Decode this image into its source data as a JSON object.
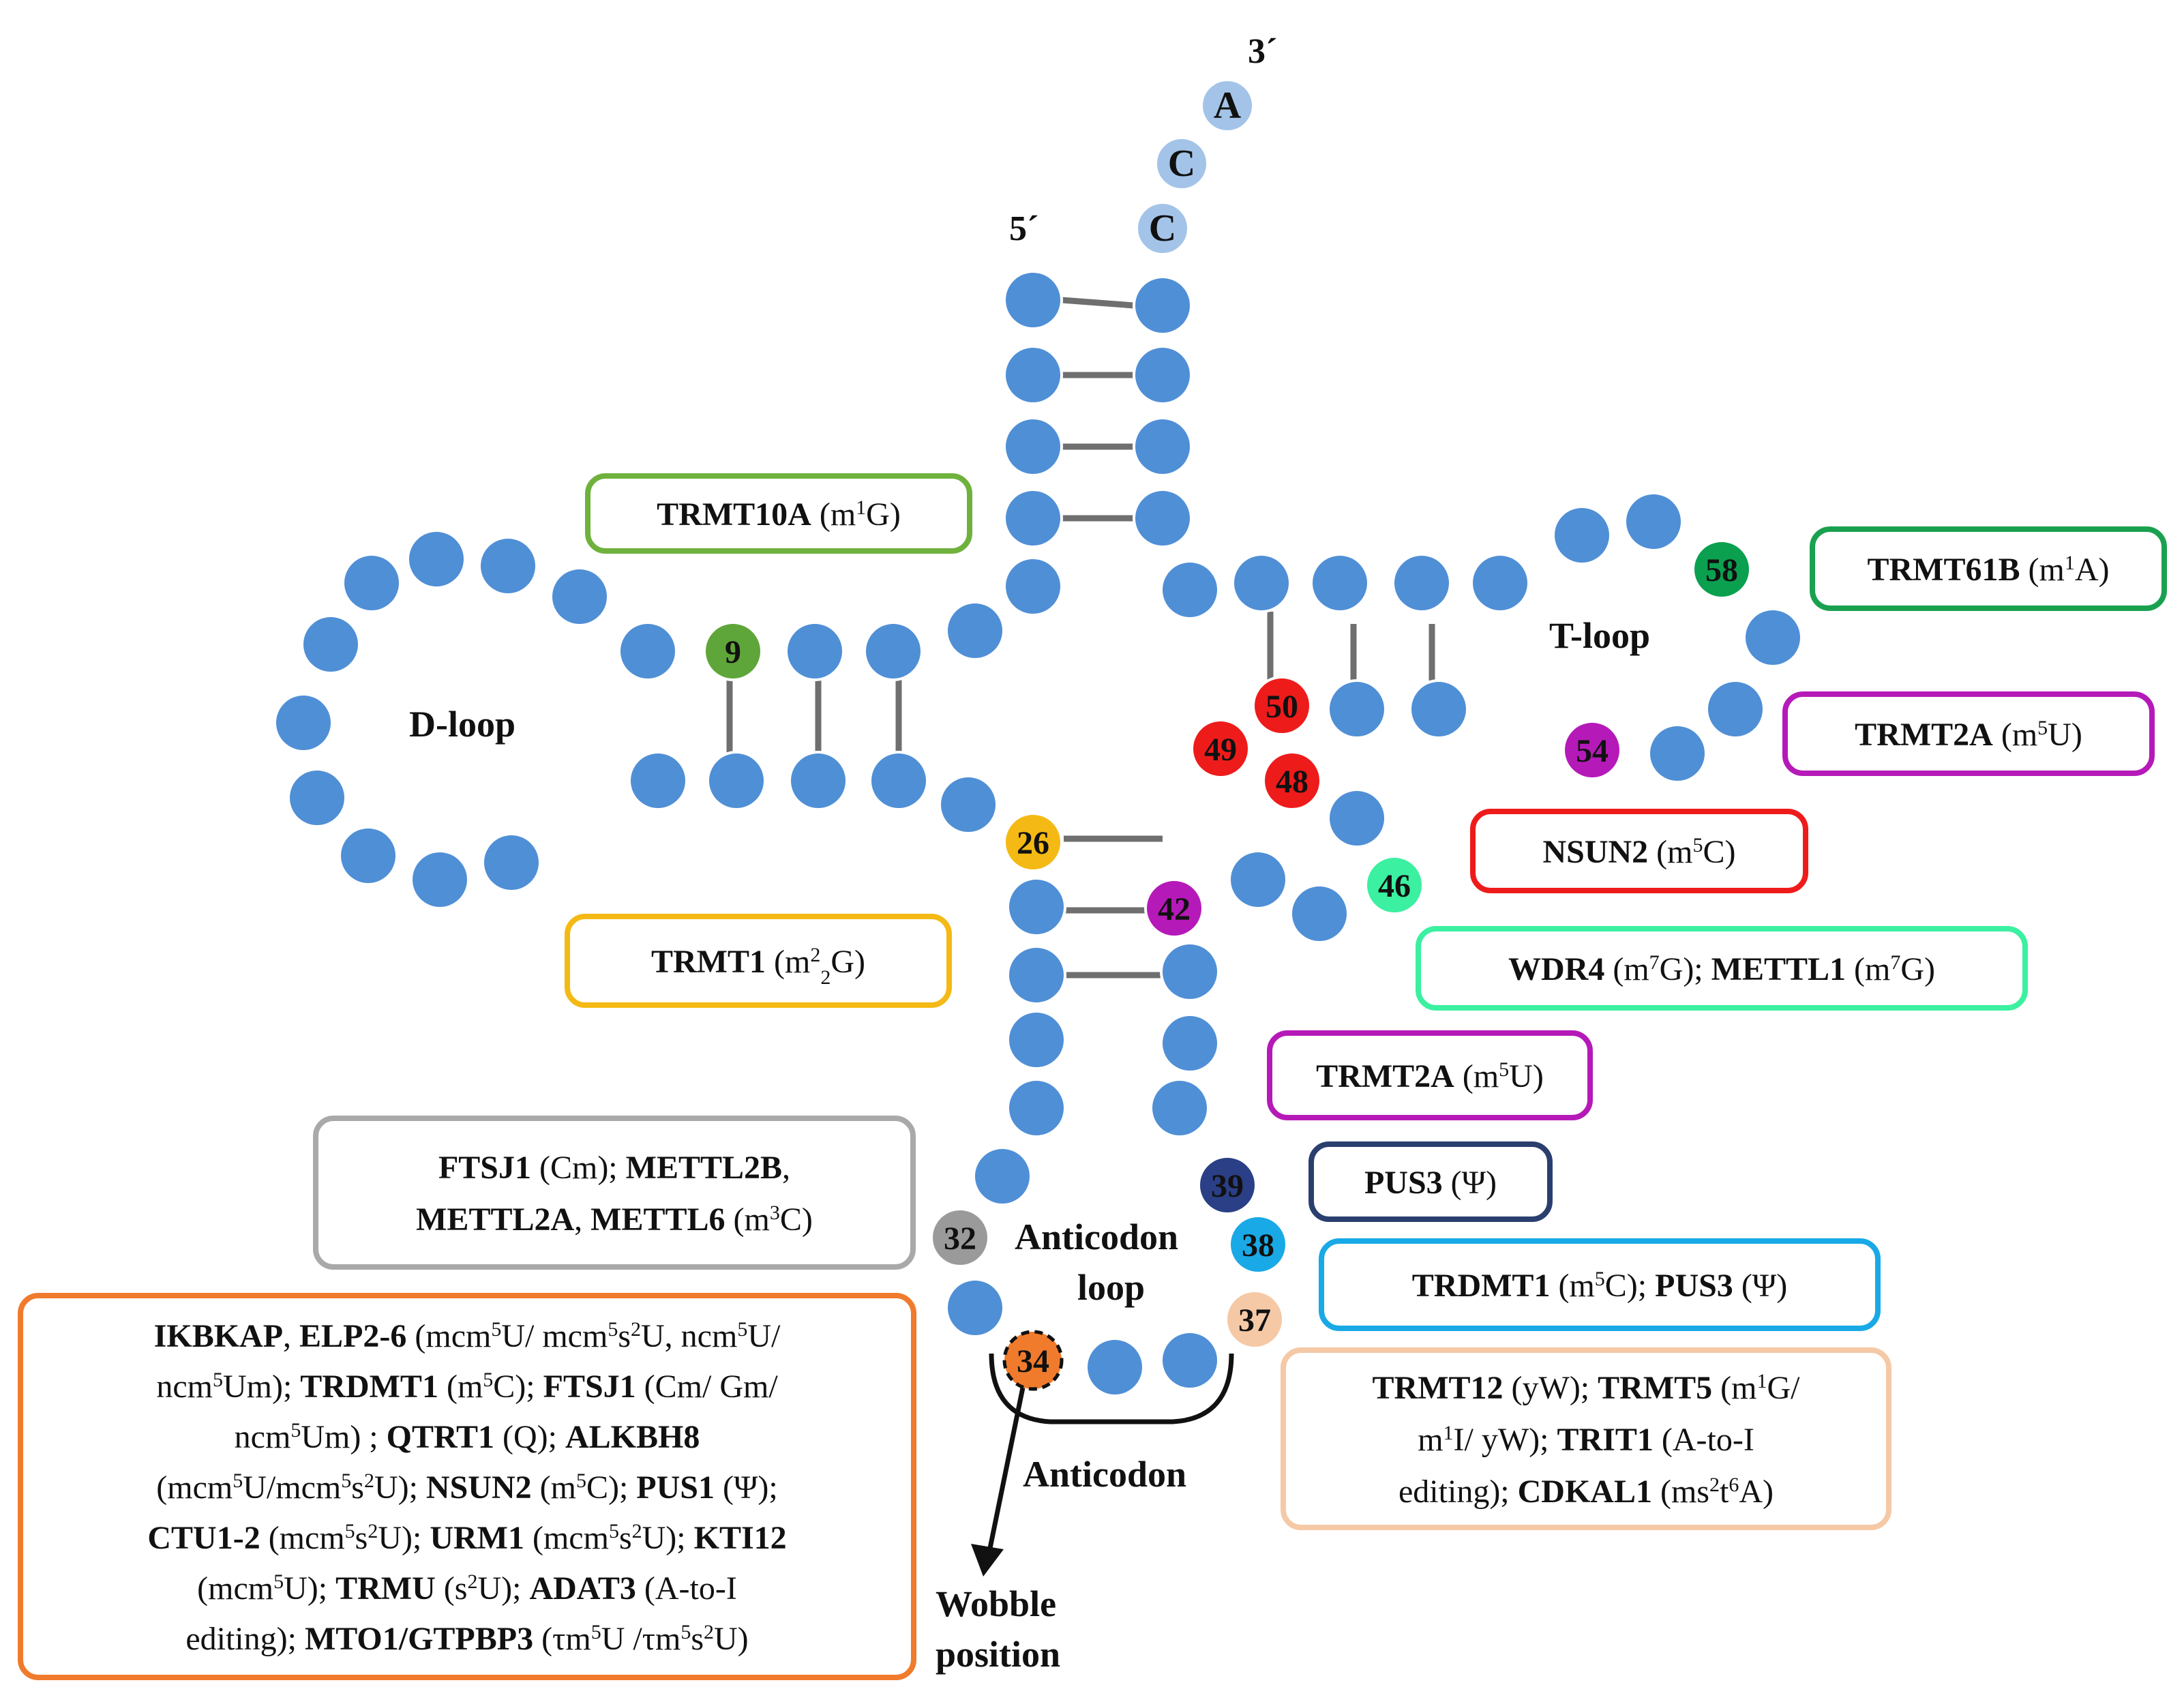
{
  "ends": {
    "three_prime": "3´",
    "five_prime": "5´"
  },
  "cca": [
    "A",
    "C",
    "C"
  ],
  "regions": {
    "d_loop": "D-loop",
    "t_loop": "T-loop",
    "anticodon_loop_1": "Anticodon",
    "anticodon_loop_2": "loop",
    "anticodon": "Anticodon",
    "wobble_1": "Wobble",
    "wobble_2": "position"
  },
  "positions": [
    {
      "num": "9",
      "color": "#5fa63a"
    },
    {
      "num": "26",
      "color": "#f4b914"
    },
    {
      "num": "32",
      "color": "#9a9a9a"
    },
    {
      "num": "34",
      "color": "#f07b2c"
    },
    {
      "num": "37",
      "color": "#f5c9a6"
    },
    {
      "num": "38",
      "color": "#19a9e6"
    },
    {
      "num": "39",
      "color": "#2a3f86"
    },
    {
      "num": "42",
      "color": "#b51ab8"
    },
    {
      "num": "46",
      "color": "#3bf0a0"
    },
    {
      "num": "48",
      "color": "#ee1b1b"
    },
    {
      "num": "49",
      "color": "#ee1b1b"
    },
    {
      "num": "50",
      "color": "#ee1b1b"
    },
    {
      "num": "54",
      "color": "#b51ab8"
    },
    {
      "num": "58",
      "color": "#0aa04f"
    }
  ],
  "boxes": {
    "trmt10a": {
      "color": "#6fb13d",
      "lines": [
        [
          [
            "TRMT10A",
            "b"
          ],
          [
            " (m",
            ""
          ],
          [
            "1",
            "sup"
          ],
          [
            "G)",
            ""
          ]
        ]
      ]
    },
    "trmt61b": {
      "color": "#1aa14f",
      "lines": [
        [
          [
            "TRMT61B",
            "b"
          ],
          [
            " (m",
            ""
          ],
          [
            "1",
            "sup"
          ],
          [
            "A)",
            ""
          ]
        ]
      ]
    },
    "trmt2a_t": {
      "color": "#b51ab8",
      "lines": [
        [
          [
            "TRMT2A",
            "b"
          ],
          [
            " (m",
            ""
          ],
          [
            "5",
            "sup"
          ],
          [
            "U)",
            ""
          ]
        ]
      ]
    },
    "nsun2": {
      "color": "#ee1b1b",
      "lines": [
        [
          [
            "NSUN2",
            "b"
          ],
          [
            " (m",
            ""
          ],
          [
            "5",
            "sup"
          ],
          [
            "C)",
            ""
          ]
        ]
      ]
    },
    "wdr4": {
      "color": "#3bf0a0",
      "lines": [
        [
          [
            "WDR4",
            "b"
          ],
          [
            " (m",
            ""
          ],
          [
            "7",
            "sup"
          ],
          [
            "G); ",
            ""
          ],
          [
            "METTL1",
            "b"
          ],
          [
            " (m",
            ""
          ],
          [
            "7",
            "sup"
          ],
          [
            "G)",
            ""
          ]
        ]
      ]
    },
    "trmt1": {
      "color": "#f4b914",
      "lines": [
        [
          [
            "TRMT1",
            "b"
          ],
          [
            " (m",
            ""
          ],
          [
            "2",
            "sup"
          ],
          [
            "2",
            "sub"
          ],
          [
            "G)",
            ""
          ]
        ]
      ]
    },
    "trmt2a_ac": {
      "color": "#b51ab8",
      "lines": [
        [
          [
            "TRMT2A",
            "b"
          ],
          [
            " (m",
            ""
          ],
          [
            "5",
            "sup"
          ],
          [
            "U)",
            ""
          ]
        ]
      ]
    },
    "pus3": {
      "color": "#2a3f6e",
      "lines": [
        [
          [
            "PUS3",
            "b"
          ],
          [
            " (Ψ)",
            ""
          ]
        ]
      ]
    },
    "ftsj1": {
      "color": "#a9a9a9",
      "lines": [
        [
          [
            "FTSJ1",
            "b"
          ],
          [
            " (Cm); ",
            ""
          ],
          [
            "METTL2B",
            "b"
          ],
          [
            ",",
            ""
          ]
        ],
        [
          [
            "METTL2A",
            "b"
          ],
          [
            ", ",
            ""
          ],
          [
            "METTL6",
            "b"
          ],
          [
            " (m",
            ""
          ],
          [
            "3",
            "sup"
          ],
          [
            "C)",
            ""
          ]
        ]
      ]
    },
    "trdmt1": {
      "color": "#19a9e6",
      "lines": [
        [
          [
            "TRDMT1",
            "b"
          ],
          [
            " (m",
            ""
          ],
          [
            "5",
            "sup"
          ],
          [
            "C); ",
            ""
          ],
          [
            "PUS3",
            "b"
          ],
          [
            " (Ψ)",
            ""
          ]
        ]
      ]
    },
    "trmt12": {
      "color": "#f5c9a6",
      "lines": [
        [
          [
            "TRMT12",
            "b"
          ],
          [
            " (yW); ",
            ""
          ],
          [
            "TRMT5",
            "b"
          ],
          [
            " (m",
            ""
          ],
          [
            "1",
            "sup"
          ],
          [
            "G/",
            ""
          ]
        ],
        [
          [
            "m",
            ""
          ],
          [
            "1",
            "sup"
          ],
          [
            "I/ yW); ",
            ""
          ],
          [
            "TRIT1",
            "b"
          ],
          [
            " (A-to-I",
            ""
          ]
        ],
        [
          [
            "editing); ",
            ""
          ],
          [
            "CDKAL1",
            "b"
          ],
          [
            " (ms",
            ""
          ],
          [
            "2",
            "sup"
          ],
          [
            "t",
            ""
          ],
          [
            "6",
            "sup"
          ],
          [
            "A)",
            ""
          ]
        ]
      ]
    },
    "ikbkap": {
      "color": "#f07b2c",
      "lines": [
        [
          [
            "IKBKAP",
            "b"
          ],
          [
            ", ",
            ""
          ],
          [
            "ELP2-6",
            "b"
          ],
          [
            " (mcm",
            ""
          ],
          [
            "5",
            "sup"
          ],
          [
            "U/ mcm",
            ""
          ],
          [
            "5",
            "sup"
          ],
          [
            "s",
            ""
          ],
          [
            "2",
            "sup"
          ],
          [
            "U, ncm",
            ""
          ],
          [
            "5",
            "sup"
          ],
          [
            "U/",
            ""
          ]
        ],
        [
          [
            "ncm",
            ""
          ],
          [
            "5",
            "sup"
          ],
          [
            "Um); ",
            ""
          ],
          [
            "TRDMT1",
            "b"
          ],
          [
            " (m",
            ""
          ],
          [
            "5",
            "sup"
          ],
          [
            "C); ",
            ""
          ],
          [
            "FTSJ1",
            "b"
          ],
          [
            " (Cm/ Gm/",
            ""
          ]
        ],
        [
          [
            "ncm",
            ""
          ],
          [
            "5",
            "sup"
          ],
          [
            "Um) ; ",
            ""
          ],
          [
            "QTRT1",
            "b"
          ],
          [
            " (Q); ",
            ""
          ],
          [
            "ALKBH8",
            "b"
          ]
        ],
        [
          [
            "(mcm",
            ""
          ],
          [
            "5",
            "sup"
          ],
          [
            "U/mcm",
            ""
          ],
          [
            "5",
            "sup"
          ],
          [
            "s",
            ""
          ],
          [
            "2",
            "sup"
          ],
          [
            "U); ",
            ""
          ],
          [
            "NSUN2",
            "b"
          ],
          [
            " (m",
            ""
          ],
          [
            "5",
            "sup"
          ],
          [
            "C); ",
            ""
          ],
          [
            "PUS1",
            "b"
          ],
          [
            " (Ψ);",
            ""
          ]
        ],
        [
          [
            "CTU1-2",
            "b"
          ],
          [
            " (mcm",
            ""
          ],
          [
            "5",
            "sup"
          ],
          [
            "s",
            ""
          ],
          [
            "2",
            "sup"
          ],
          [
            "U); ",
            ""
          ],
          [
            "URM1",
            "b"
          ],
          [
            " (mcm",
            ""
          ],
          [
            "5",
            "sup"
          ],
          [
            "s",
            ""
          ],
          [
            "2",
            "sup"
          ],
          [
            "U); ",
            ""
          ],
          [
            "KTI12",
            "b"
          ]
        ],
        [
          [
            "(mcm",
            ""
          ],
          [
            "5",
            "sup"
          ],
          [
            "U); ",
            ""
          ],
          [
            "TRMU",
            "b"
          ],
          [
            " (s",
            ""
          ],
          [
            "2",
            "sup"
          ],
          [
            "U); ",
            ""
          ],
          [
            "ADAT3",
            "b"
          ],
          [
            " (A-to-I",
            ""
          ]
        ],
        [
          [
            "editing); ",
            ""
          ],
          [
            "MTO1/GTPBP3",
            "b"
          ],
          [
            " (τm",
            ""
          ],
          [
            "5",
            "sup"
          ],
          [
            "U /τm",
            ""
          ],
          [
            "5",
            "sup"
          ],
          [
            "s",
            ""
          ],
          [
            "2",
            "sup"
          ],
          [
            "U)",
            ""
          ]
        ]
      ]
    }
  }
}
